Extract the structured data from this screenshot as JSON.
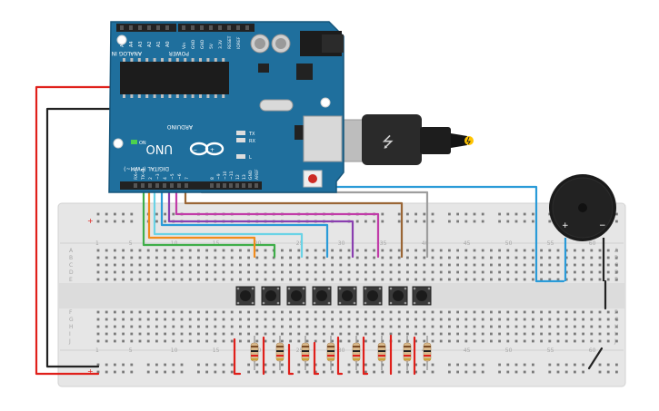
{
  "arduino": {
    "brand": "ARDUINO",
    "model": "UNO",
    "power_header": "POWER",
    "analog_header": "ANALOG IN",
    "digital_header": "DIGITAL (PWM~)",
    "led_tx": "TX",
    "led_rx": "RX",
    "led_l": "L",
    "led_on": "ON",
    "analog_pins": [
      "A0",
      "A1",
      "A2",
      "A3",
      "A4",
      "A5"
    ],
    "power_pins": [
      "Vin",
      "GND",
      "GND",
      "5V",
      "3.3V",
      "RESET",
      "IOREF"
    ],
    "digital_pins": [
      "AREF",
      "GND",
      "13",
      "12",
      "~11",
      "~10",
      "~9",
      "8",
      "7",
      "~6",
      "~5",
      "4",
      "~3",
      "2",
      "TX→1",
      "RX←0"
    ]
  },
  "breadboard": {
    "column_numbers": [
      "1",
      "5",
      "10",
      "15",
      "20",
      "25",
      "30",
      "35",
      "40",
      "45",
      "50",
      "55",
      "60"
    ],
    "row_letters_top": [
      "A",
      "B",
      "C",
      "D",
      "E"
    ],
    "row_letters_bottom": [
      "F",
      "G",
      "H",
      "I",
      "J"
    ],
    "rail_plus": "+",
    "rail_minus": "−"
  },
  "buzzer": {
    "plus": "+",
    "minus": "−"
  },
  "colors": {
    "board": "#1f6f9d",
    "breadboard": "#e4e4e4",
    "wire_red": "#e0201b",
    "wire_black": "#222222",
    "wire_green": "#3fae49",
    "wire_orange": "#f28c1b",
    "wire_blue": "#2a9bd8",
    "wire_cyan": "#6ad3e6",
    "wire_purple": "#8a3fb0",
    "wire_magenta": "#c13ca8",
    "wire_brown": "#9a6636",
    "wire_gray": "#9e9e9e"
  }
}
